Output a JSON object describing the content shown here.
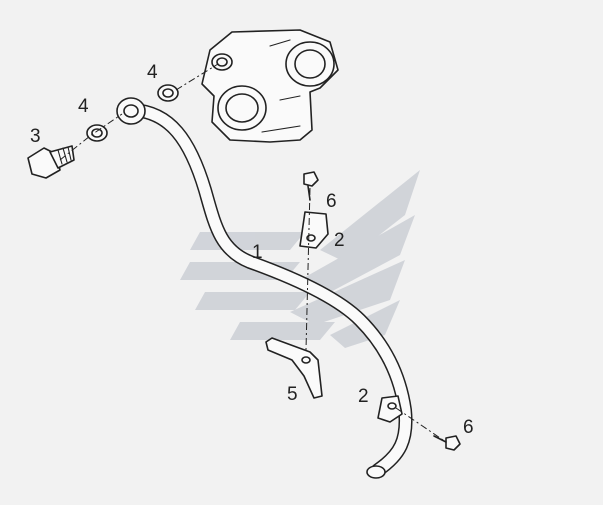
{
  "callouts": {
    "pipe": "1",
    "bracket_upper": "2",
    "bracket_lower": "2",
    "banjo_bolt": "3",
    "washer_outer": "4",
    "washer_inner": "4",
    "clamp_plate": "5",
    "bolt_upper": "6",
    "bolt_lower": "6"
  },
  "watermark_color": "#b7bcc6",
  "line_color": "#222222"
}
